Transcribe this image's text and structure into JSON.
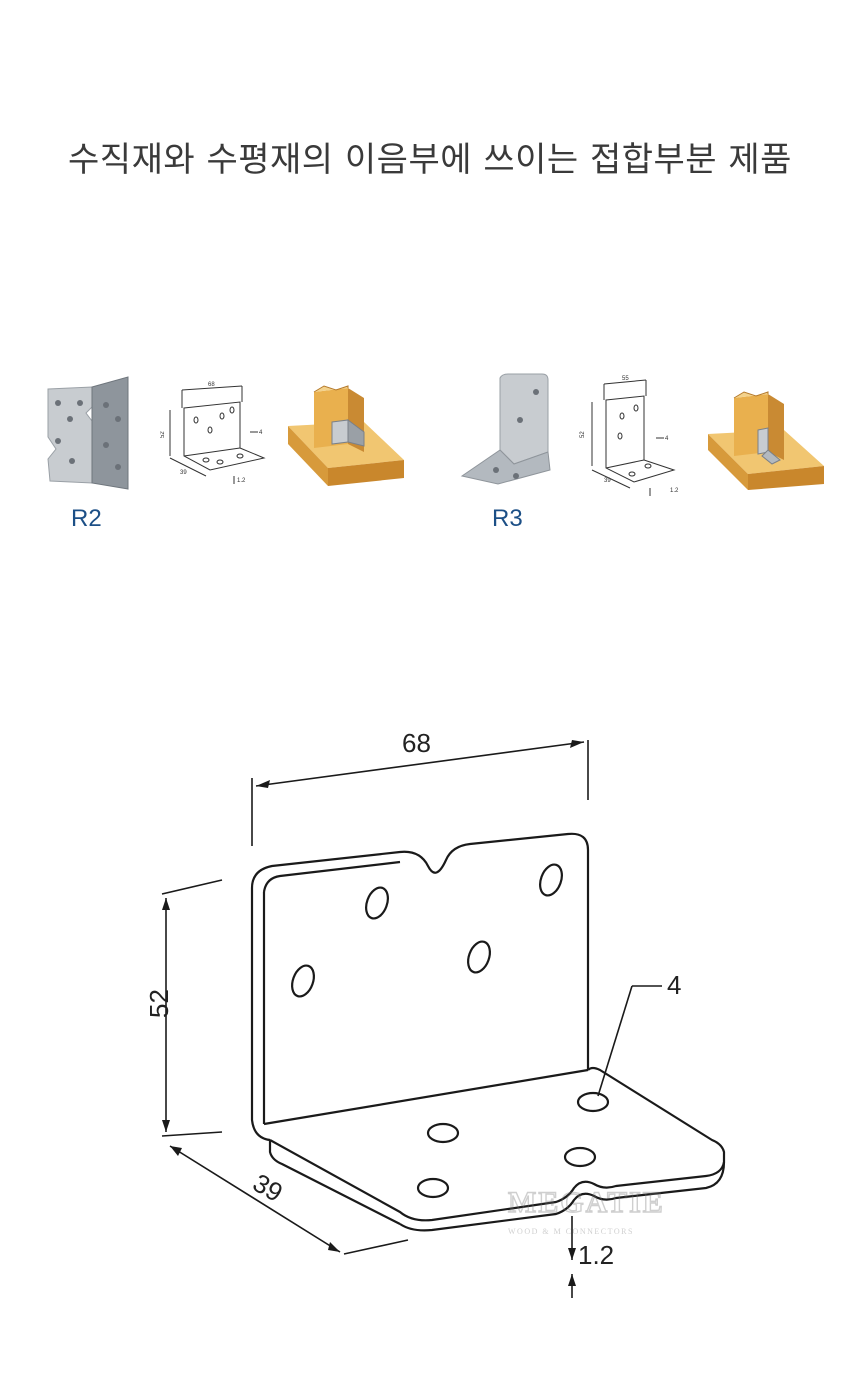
{
  "headline": "수직재와 수평재의 이음부에 쓰이는 접합부분 제품",
  "products": [
    {
      "model": "R2",
      "thumb_dims": {
        "width": "68",
        "height": "52",
        "depth": "39",
        "hole": "4",
        "thickness": "1.2"
      }
    },
    {
      "model": "R3",
      "thumb_dims": {
        "width": "55",
        "height": "52",
        "depth": "39",
        "hole": "4",
        "thickness": "1.2"
      }
    }
  ],
  "detail_drawing": {
    "width": "68",
    "height": "52",
    "depth": "39",
    "hole_diameter": "4",
    "thickness": "1.2"
  },
  "watermark": {
    "brand": "MEGATIE",
    "tagline": "WOOD & M CONNECTORS"
  },
  "colors": {
    "label": "#1c4f86",
    "wood": "#e9b04e",
    "metal": "#c9cdd1"
  }
}
